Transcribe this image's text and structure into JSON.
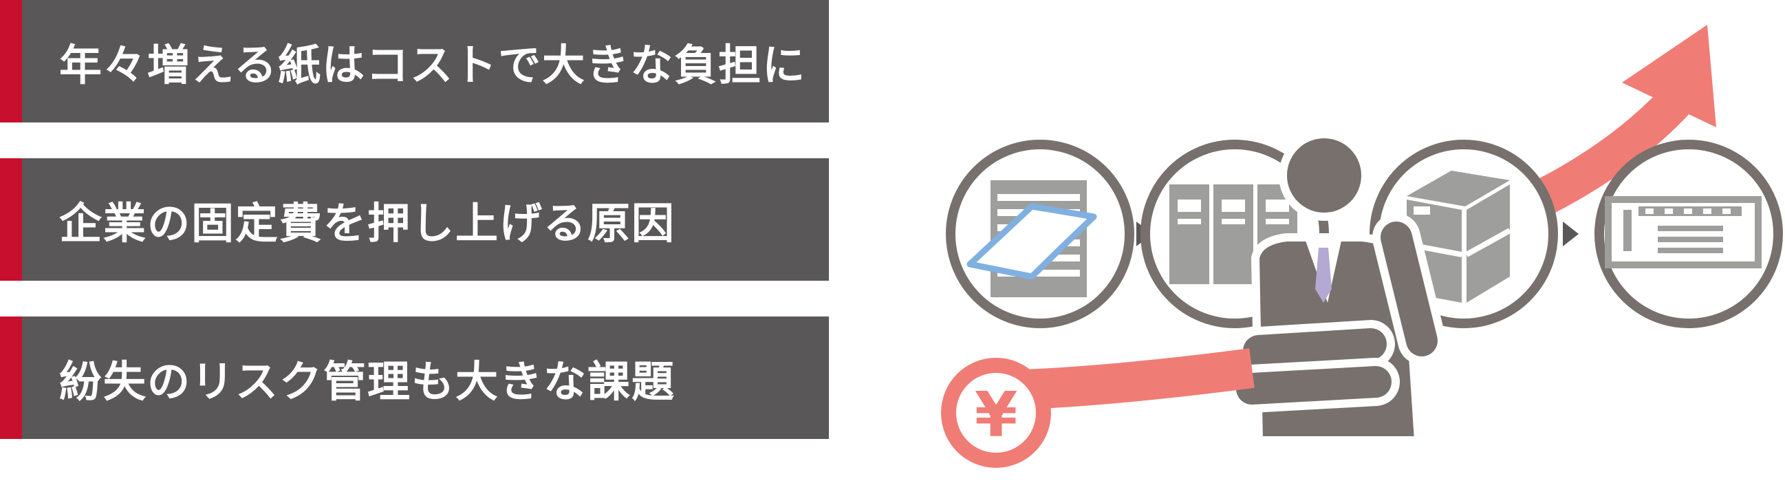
{
  "banners": [
    {
      "text": "年々増える紙はコストで大きな負担に"
    },
    {
      "text": "企業の固定費を押し上げる原因"
    },
    {
      "text": "紛失のリスク管理も大きな課題"
    }
  ],
  "illustration": {
    "currency_symbol": "¥",
    "colors": {
      "banner_bg": "#595757",
      "accent_red": "#c8102e",
      "arrow_salmon": "#f07c76",
      "gray_dark": "#77706c",
      "gray_light": "#9e9e9d",
      "paper_blue": "#7fb0e0",
      "tie_purple": "#b3a9d3"
    },
    "icons": [
      "document-icon",
      "binder-icon",
      "box-icon",
      "storage-facility-icon",
      "businessman-icon",
      "yen-coin-icon",
      "rising-arrow-icon"
    ]
  }
}
